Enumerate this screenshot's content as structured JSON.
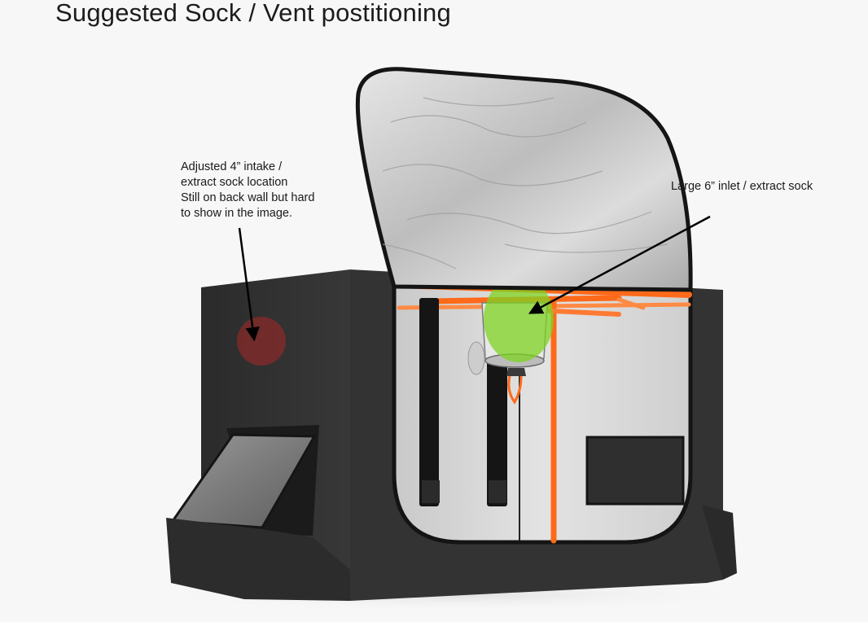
{
  "title": "Suggested Sock / Vent postitioning",
  "annotations": {
    "small_sock": {
      "lines": [
        "Adjusted 4” intake /",
        "extract sock location",
        "Still on back wall but hard",
        "to show in the image."
      ]
    },
    "large_sock": {
      "text": "Large 6” inlet / extract sock"
    }
  },
  "colors": {
    "tent_body": "#2f2f2f",
    "frame": "#ff6a1a",
    "small_sock_marker": "#8b2a2a",
    "large_sock_marker": "#7ed321",
    "interior": "#d6d6d6"
  }
}
